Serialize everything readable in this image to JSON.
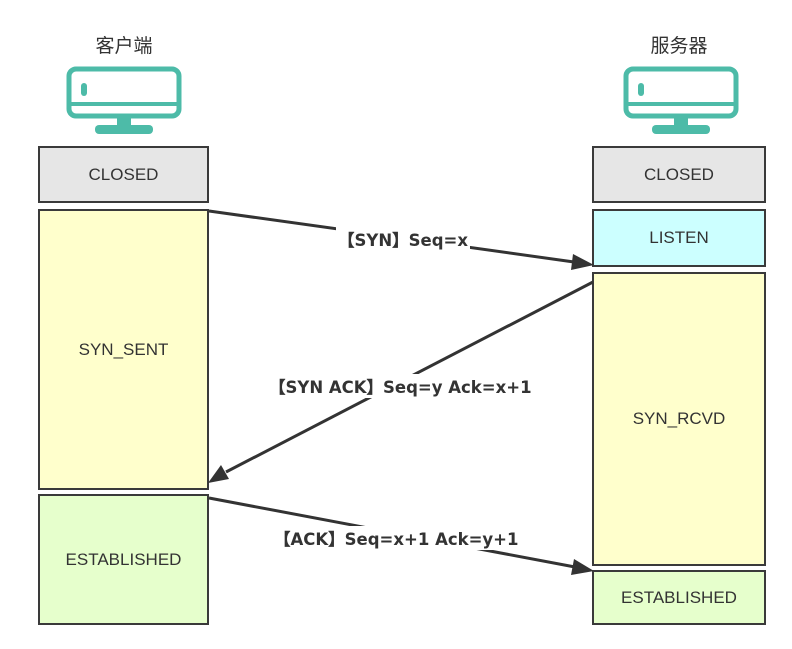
{
  "client": {
    "title": "客户端",
    "icon": "monitor-icon",
    "states": [
      {
        "label": "CLOSED",
        "kind": "closed"
      },
      {
        "label": "SYN_SENT",
        "kind": "wait"
      },
      {
        "label": "ESTABLISHED",
        "kind": "established"
      }
    ]
  },
  "server": {
    "title": "服务器",
    "icon": "monitor-icon",
    "states": [
      {
        "label": "CLOSED",
        "kind": "closed"
      },
      {
        "label": "LISTEN",
        "kind": "listen"
      },
      {
        "label": "SYN_RCVD",
        "kind": "wait"
      },
      {
        "label": "ESTABLISHED",
        "kind": "established"
      }
    ]
  },
  "messages": [
    {
      "label": "【SYN】Seq=x",
      "from": "client",
      "to": "server"
    },
    {
      "label": "【SYN ACK】Seq=y Ack=x+1",
      "from": "server",
      "to": "client"
    },
    {
      "label": "【ACK】Seq=x+1 Ack=y+1",
      "from": "client",
      "to": "server"
    }
  ],
  "colors": {
    "icon": "#4dbba8",
    "closed": "#e6e6e6",
    "listen": "#ccffff",
    "wait": "#ffffcc",
    "established": "#e6ffcc",
    "border": "#3a3a3a"
  }
}
